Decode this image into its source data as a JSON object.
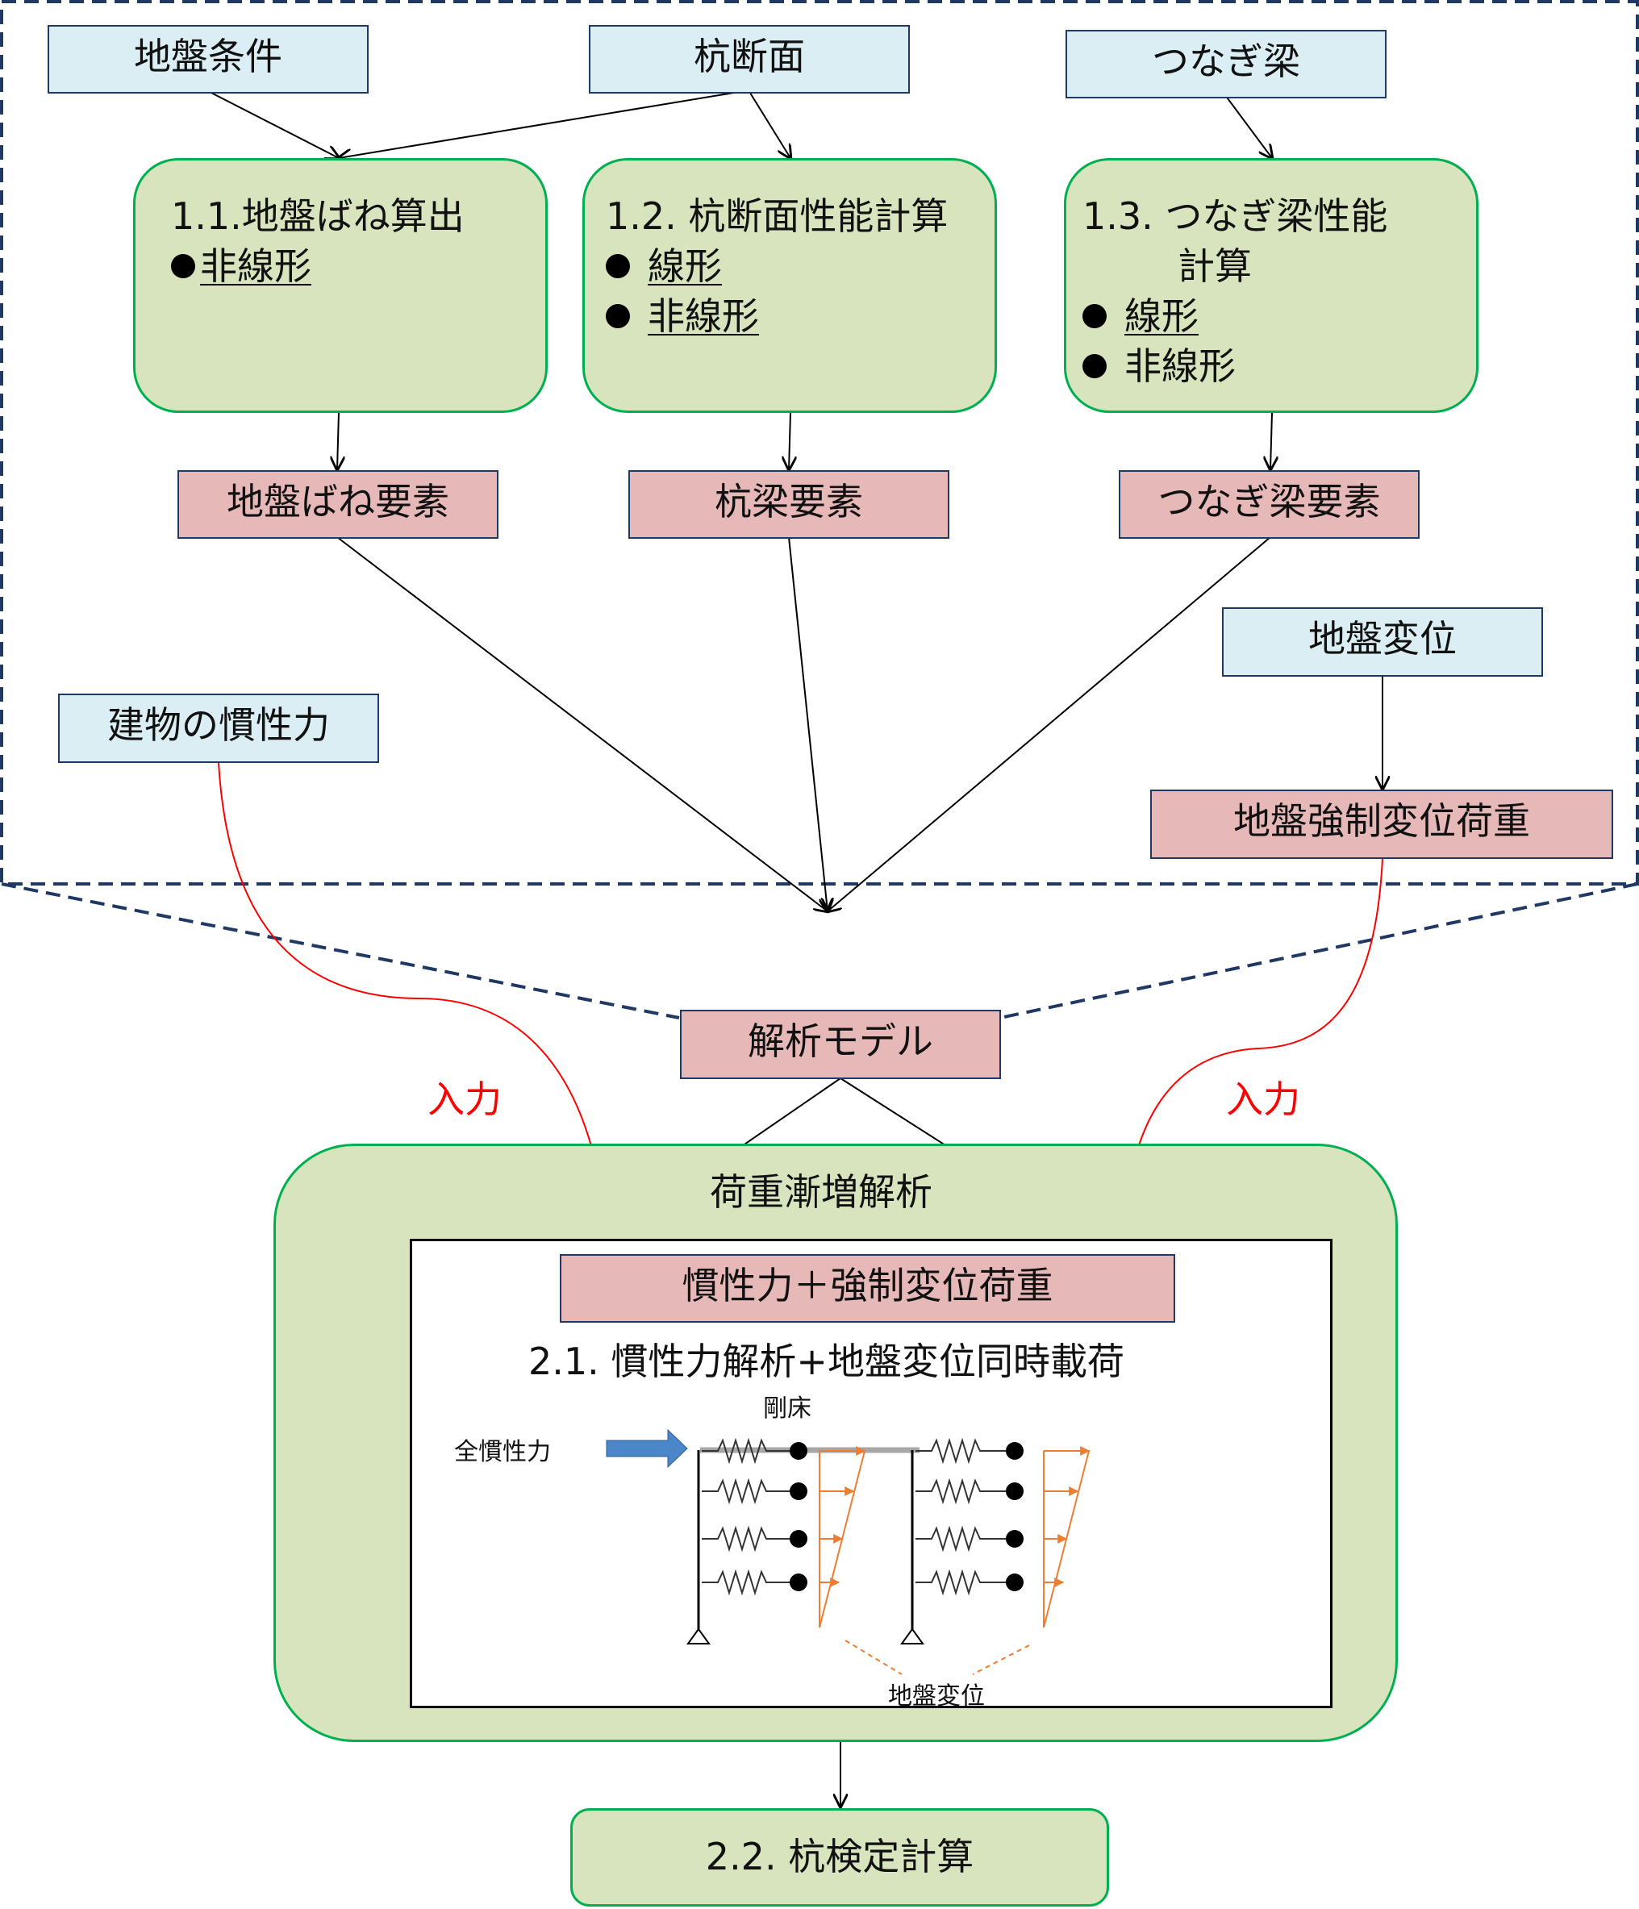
{
  "inputs": {
    "ground_conditions": "地盤条件",
    "pile_section": "杭断面",
    "tie_beam": "つなぎ梁",
    "building_inertia": "建物の慣性力",
    "ground_displacement": "地盤変位"
  },
  "calc": {
    "ground_spring": {
      "title": "1.1.地盤ばね算出",
      "items": [
        "非線形"
      ]
    },
    "pile_section": {
      "title": "1.2. 杭断面性能計算",
      "items": [
        "線形",
        "非線形"
      ]
    },
    "tie_beam": {
      "title_line1": "1.3. つなぎ梁性能",
      "title_line2": "計算",
      "items": [
        "線形",
        "非線形"
      ]
    }
  },
  "elements": {
    "ground_spring": "地盤ばね要素",
    "pile_beam": "杭梁要素",
    "tie_beam": "つなぎ梁要素",
    "forced_disp_load": "地盤強制変位荷重"
  },
  "model": "解析モデル",
  "input_label": "入力",
  "pushover": {
    "title": "荷重漸増解析",
    "load_box": "慣性力＋強制変位荷重",
    "subtitle": "2.1. 慣性力解析+地盤変位同時載荷",
    "figure": {
      "rigid_floor": "剛床",
      "total_inertia": "全慣性力",
      "ground_disp": "地盤変位"
    }
  },
  "pile_check": "2.2. 杭検定計算",
  "colors": {
    "input_box": "#dbeef4",
    "element_box": "#e6b9b8",
    "process_box": "#d7e4bd",
    "process_border": "#00b050",
    "dashed_frame": "#1f3864",
    "input_arrow": "#ff0000",
    "displacement_arrow": "#ed7d31",
    "inertia_arrow": "#4a86c8"
  }
}
